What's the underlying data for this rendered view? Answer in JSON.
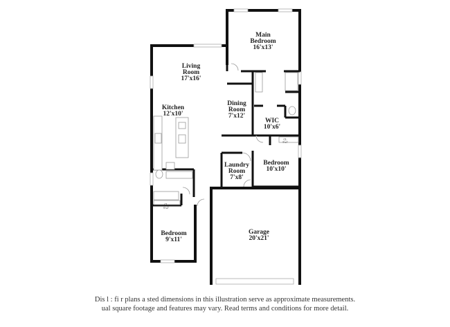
{
  "rooms": {
    "main_bedroom": {
      "name1": "Main",
      "name2": "Bedroom",
      "size": "16'x13'"
    },
    "living_room": {
      "name1": "Living",
      "name2": "Room",
      "size": "17'x16'"
    },
    "kitchen": {
      "name1": "Kitchen",
      "size": "12'x10'"
    },
    "dining_room": {
      "name1": "Dining",
      "name2": "Room",
      "size": "7'x12'"
    },
    "wic": {
      "name1": "WIC",
      "size": "10'x6'"
    },
    "closet_1": {
      "name1": "CL",
      "size": "5'x1'"
    },
    "bedroom_2": {
      "name1": "Bedroom",
      "size": "10'x10'"
    },
    "laundry_room": {
      "name1": "Laundry",
      "name2": "Room",
      "size": "7'x8'"
    },
    "closet_2": {
      "name1": "CL",
      "size": "6'x2'"
    },
    "bedroom_3": {
      "name1": "Bedroom",
      "size": "9'x11'"
    },
    "garage": {
      "name1": "Garage",
      "size": "20'x21'"
    }
  },
  "disclaimer": {
    "line1": "Dis    l   : fi  r plans a   sted dimensions in this illustration serve as approximate measurements.",
    "line2": "    ual square footage and features may vary. Read terms and conditions for more detail."
  }
}
